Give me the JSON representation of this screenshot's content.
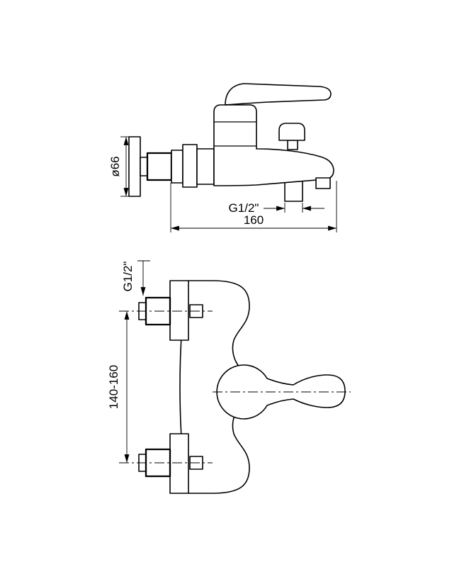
{
  "colors": {
    "line": "#000000",
    "background": "#ffffff"
  },
  "side_view": {
    "dim_flange_diameter": "ø66",
    "dim_shower_thread": "G1/2\"",
    "dim_total_length": "160"
  },
  "plan_view": {
    "dim_inlet_thread": "G1/2\"",
    "dim_inlet_spacing": "140-160"
  }
}
